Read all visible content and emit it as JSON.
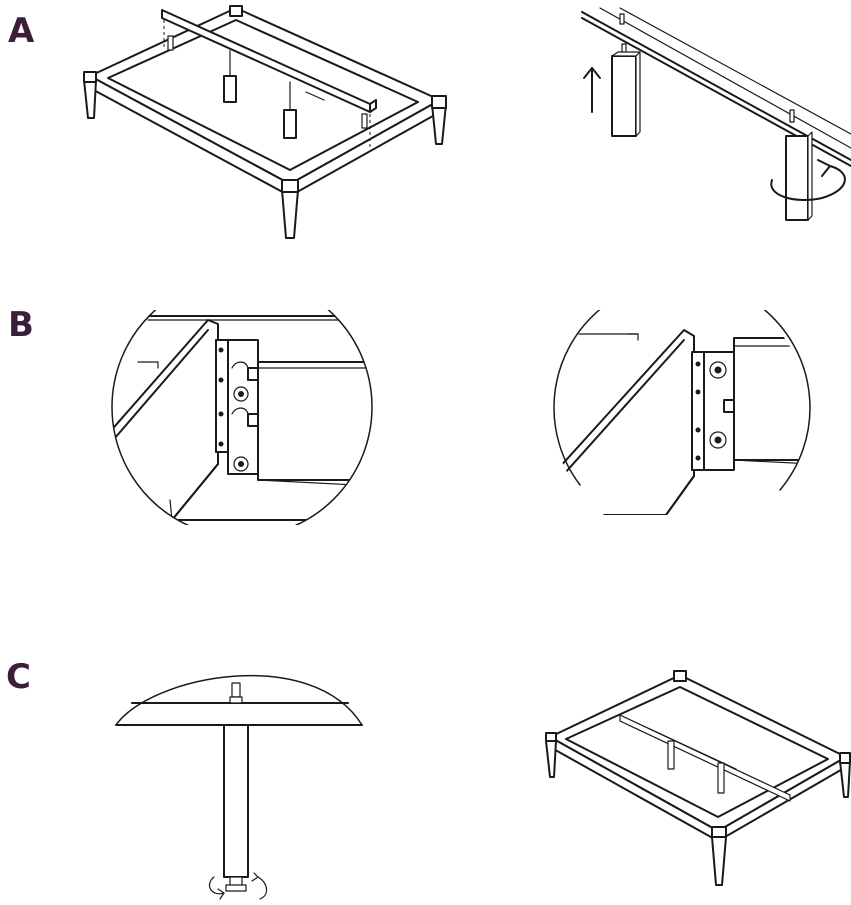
{
  "steps": [
    {
      "label": "A"
    },
    {
      "label": "B"
    },
    {
      "label": "C"
    }
  ],
  "colors": {
    "label": "#3b1f3a",
    "line": "#1a1a1a",
    "background": "#ffffff"
  },
  "icons": [
    "up-arrow-icon",
    "rotate-arrow-icon"
  ]
}
